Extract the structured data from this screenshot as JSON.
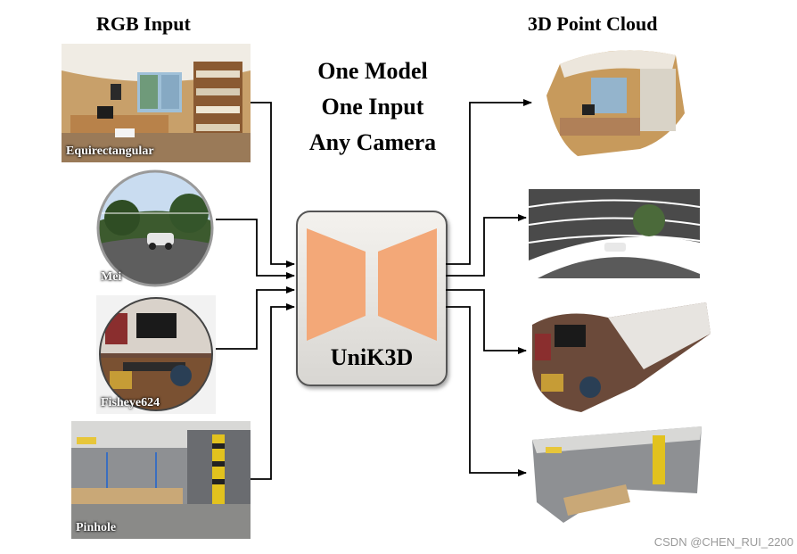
{
  "headings": {
    "input": "RGB Input",
    "output": "3D Point Cloud"
  },
  "slogan": {
    "line1": "One Model",
    "line2": "One Input",
    "line3": "Any Camera"
  },
  "model": {
    "label": "UniK3D",
    "accent": "#f3a878"
  },
  "inputs": [
    {
      "label": "Equirectangular",
      "icon": "office-panorama-image"
    },
    {
      "label": "Mei",
      "icon": "street-fisheye-image"
    },
    {
      "label": "Fisheye624",
      "icon": "living-room-fisheye-image"
    },
    {
      "label": "Pinhole",
      "icon": "warehouse-image"
    }
  ],
  "outputs": [
    {
      "icon": "office-point-cloud"
    },
    {
      "icon": "street-point-cloud"
    },
    {
      "icon": "living-room-point-cloud"
    },
    {
      "icon": "warehouse-point-cloud"
    }
  ],
  "watermark": "CSDN @CHEN_RUI_2200"
}
